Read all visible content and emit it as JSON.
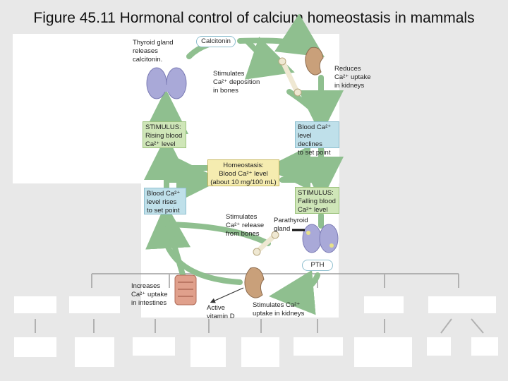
{
  "title": "Figure 45.11 Hormonal control of calcium homeostasis in mammals",
  "labels": {
    "thyroid_releases": "Thyroid gland\nreleases\ncalcitonin.",
    "calcitonin": "Calcitonin",
    "reduces_uptake": "Reduces\nCa²⁺ uptake\nin kidneys",
    "stimulates_deposition": "Stimulates\nCa²⁺ deposition\nin bones",
    "stimulus_rising": "STIMULUS:\nRising blood\nCa²⁺ level",
    "blood_declines": "Blood Ca²⁺\nlevel declines\nto set point",
    "homeostasis": "Homeostasis:\nBlood Ca²⁺ level\n(about 10 mg/100 mL)",
    "blood_rises": "Blood Ca²⁺\nlevel rises\nto set point",
    "stimulus_falling": "STIMULUS:\nFalling blood\nCa²⁺ level",
    "stimulates_release": "Stimulates\nCa²⁺ release\nfrom bones",
    "parathyroid": "Parathyroid\ngland",
    "pth": "PTH",
    "increases_uptake": "Increases\nCa²⁺ uptake\nin intestines",
    "active_vitd": "Active\nvitamin D",
    "stimulates_kidneys": "Stimulates Ca²⁺\nuptake in kidneys"
  },
  "colors": {
    "arrow_green": "#8fbf8f",
    "box_green": "#cfe6b8",
    "box_blue": "#bfe0ea",
    "box_yellow": "#f5ecb0"
  }
}
